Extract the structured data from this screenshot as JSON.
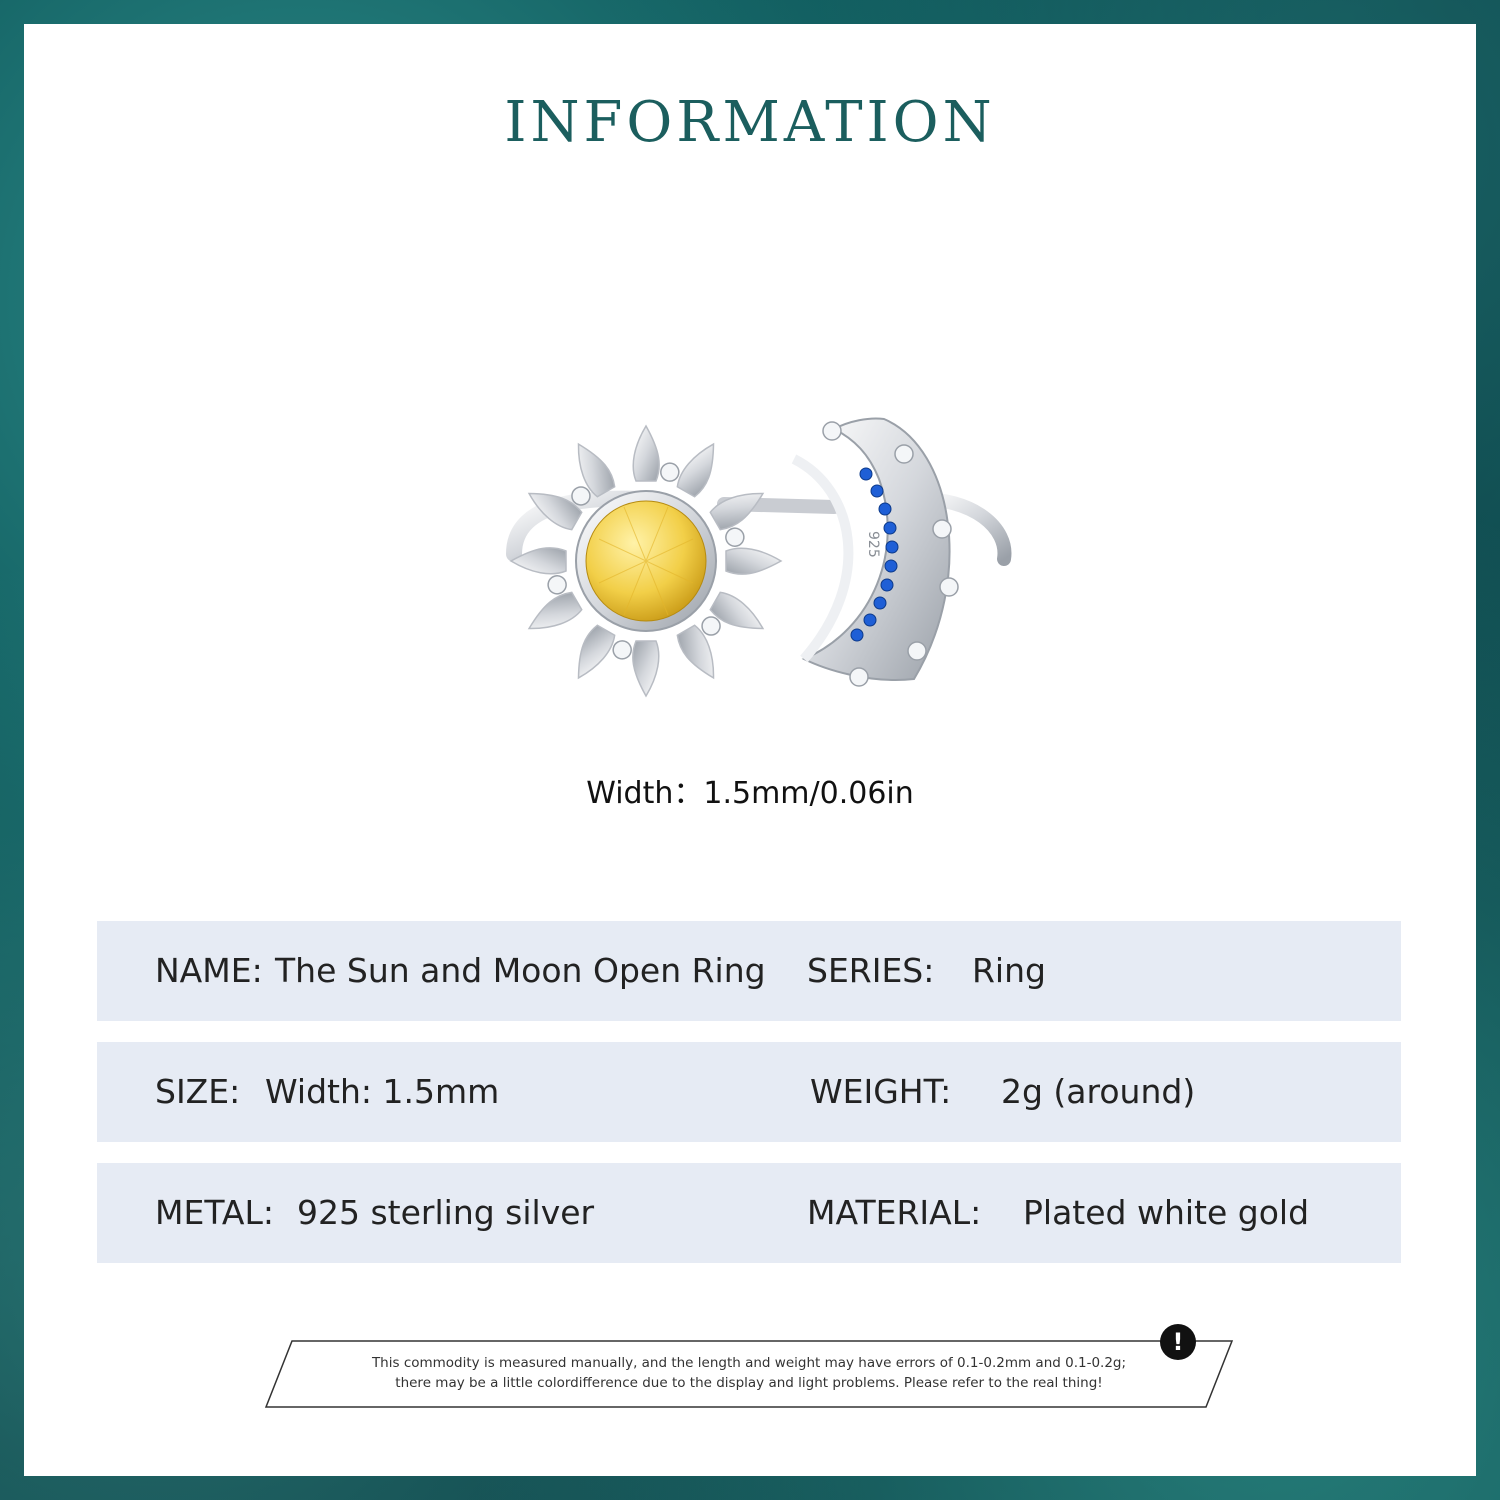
{
  "title": "INFORMATION",
  "width_caption": "Width：1.5mm/0.06in",
  "ring_stamp": "925",
  "colors": {
    "accent": "#1b5e5e",
    "row_background": "#e6ebf4",
    "sun_stone": "#f2cf48",
    "moon_stones": "#1f5fd6"
  },
  "specs": [
    {
      "left_label": "NAME:",
      "left_value": "The Sun and Moon Open Ring",
      "right_label": "SERIES:",
      "right_value": "Ring"
    },
    {
      "left_label": "SIZE:",
      "left_value": "Width: 1.5mm",
      "right_label": "WEIGHT:",
      "right_value": "2g (around)"
    },
    {
      "left_label": "METAL:",
      "left_value": "925 sterling silver",
      "right_label": "MATERIAL:",
      "right_value": "Plated white gold"
    }
  ],
  "notice": {
    "line1": "This commodity is measured manually, and the length and weight may have errors of 0.1-0.2mm and 0.1-0.2g;",
    "line2": "there may be a little colordifference due to the display and light problems. Please refer to the real thing!",
    "icon": "exclamation-icon"
  }
}
